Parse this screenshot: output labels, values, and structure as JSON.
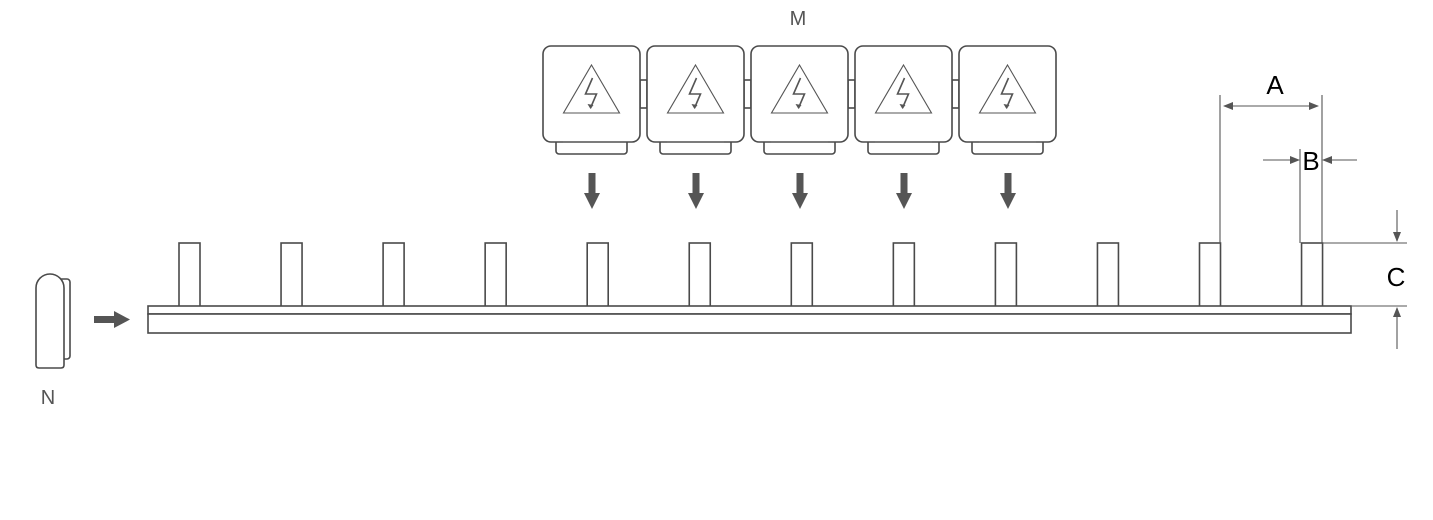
{
  "labels": {
    "modules": "M",
    "end_cap": "N",
    "pitch": "A",
    "pin_width": "B",
    "pin_height": "C"
  },
  "diagram": {
    "pin_count": 12,
    "module_count": 5,
    "colors": {
      "line": "#4a4a4a",
      "arrow": "#555555"
    }
  }
}
